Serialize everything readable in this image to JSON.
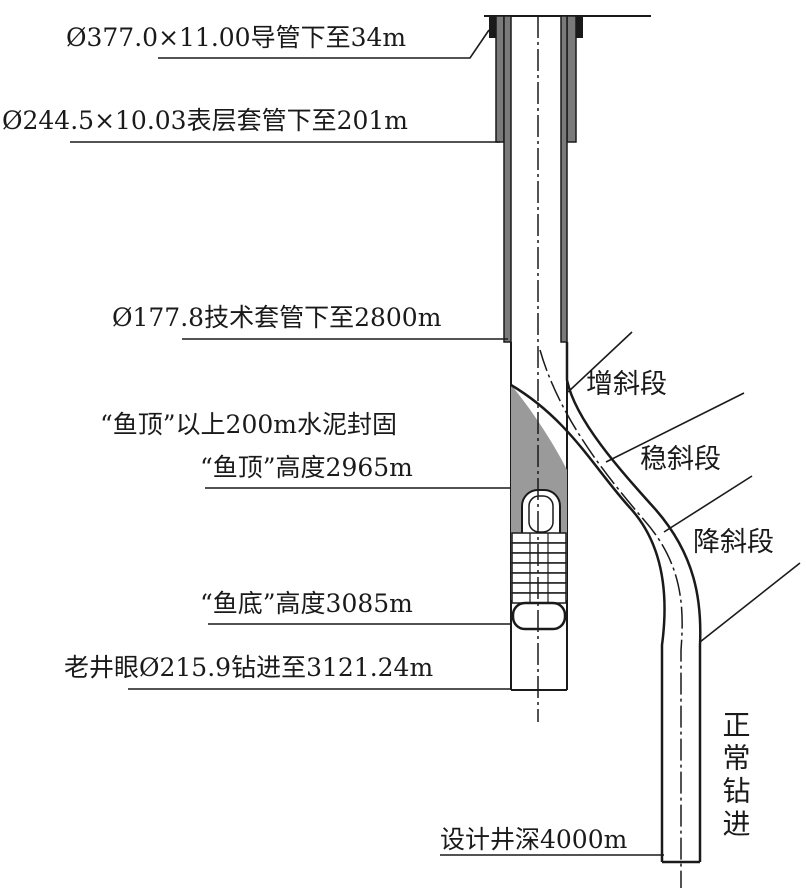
{
  "labels": {
    "conductor": "Ø377.0×11.00导管下至34m",
    "surface_casing": "Ø244.5×10.03表层套管下至201m",
    "tech_casing": "Ø177.8技术套管下至2800m",
    "cement_plug": "“鱼顶”以上200m水泥封固",
    "fish_top": "“鱼顶”高度2965m",
    "fish_bottom": "“鱼底”高度3085m",
    "old_hole": "老井眼Ø215.9钻进至3121.24m",
    "design_depth": "设计井深4000m",
    "build_section": "增斜段",
    "hold_section": "稳斜段",
    "drop_section": "降斜段",
    "normal_drilling": "正常钻进"
  },
  "colors": {
    "line": "#1a1a1a",
    "casing_fill": "#7a7a7a",
    "cement_fill": "#9a9a9a",
    "background": "#ffffff"
  }
}
